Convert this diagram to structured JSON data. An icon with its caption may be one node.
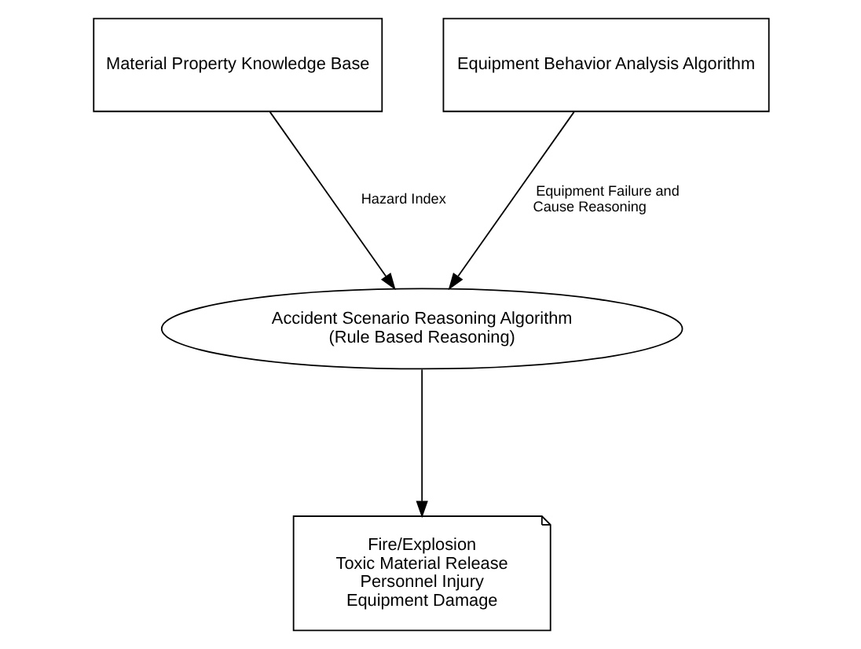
{
  "diagram": {
    "nodes": [
      {
        "text": [
          "Material Property Knowledge Base"
        ]
      },
      {
        "text": [
          "Equipment Behavior Analysis Algorithm"
        ]
      },
      {
        "text": [
          "Accident Scenario Reasoning Algorithm",
          "(Rule Based Reasoning)"
        ]
      },
      {
        "text": [
          "Fire/Explosion",
          "Toxic Material Release",
          "Personnel Injury",
          "Equipment Damage"
        ]
      }
    ],
    "edges": [
      {
        "from": 0,
        "to": 2,
        "arrow": "to",
        "label": "Hazard Index"
      },
      {
        "from": 1,
        "to": 2,
        "arrow": "to",
        "label": "Equipment Failure and Cause Reasoning"
      },
      {
        "from": 2,
        "to": 3,
        "arrow": "to"
      }
    ]
  }
}
